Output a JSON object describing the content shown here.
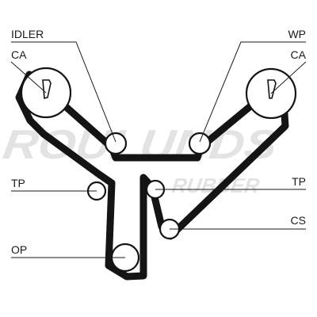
{
  "watermark": {
    "line1": "ROULUNDS",
    "line2": "RUBBER",
    "color": "#e3e3e3"
  },
  "labels": {
    "idler": "IDLER",
    "ca_left": "CA",
    "wp": "WP",
    "ca_right": "CA",
    "tp_left": "TP",
    "tp_right": "TP",
    "cs": "CS",
    "op": "OP"
  },
  "colors": {
    "belt": "#141414",
    "pulley_fill": "#ffffff",
    "text": "#1a1a1a",
    "background": "#ffffff"
  }
}
